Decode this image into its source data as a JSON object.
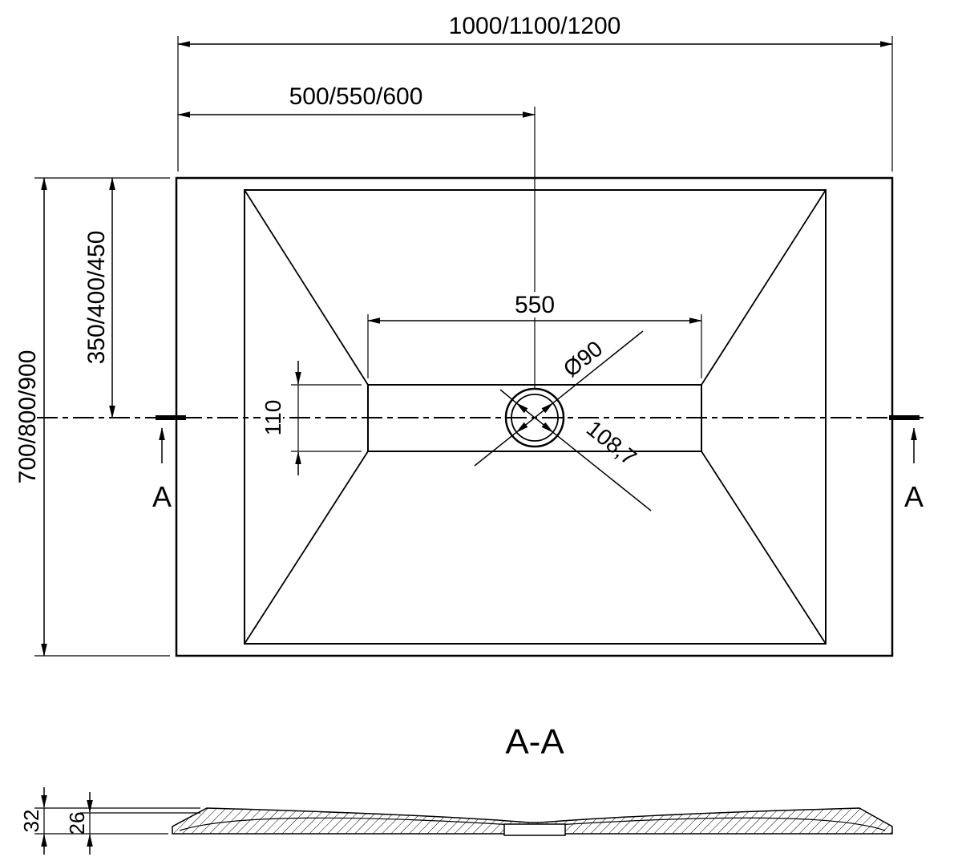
{
  "labels": {
    "overall_width": "1000/1100/1200",
    "center_offset_width": "500/550/600",
    "overall_depth": "700/800/900",
    "center_offset_depth": "350/400/450",
    "recess_width": "550",
    "recess_depth": "110",
    "drain_diameter": "Ø90",
    "drain_flange_diameter": "108,7",
    "section_letter_left": "A",
    "section_letter_right": "A",
    "section_title": "A-A",
    "section_total_thickness": "32",
    "section_base_thickness": "26"
  },
  "colors": {
    "line": "#000000",
    "background": "#ffffff"
  }
}
